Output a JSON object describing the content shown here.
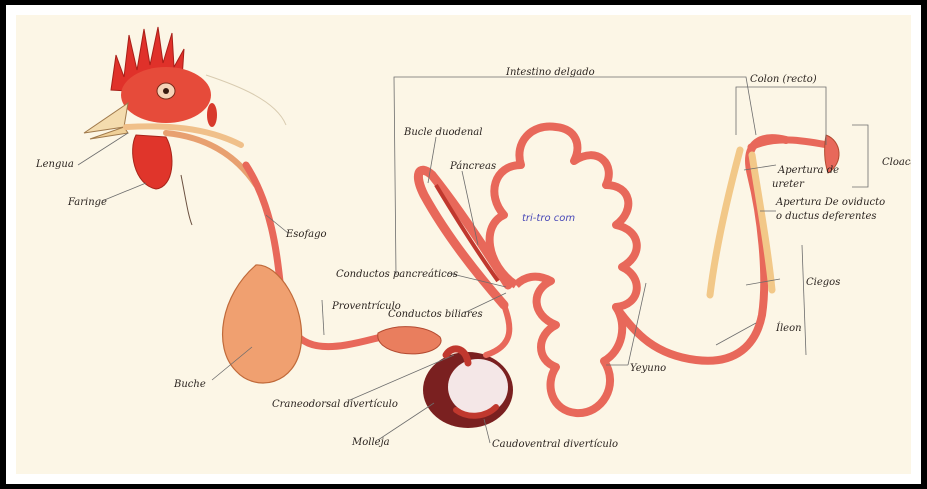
{
  "colors": {
    "background": "#fcf6e6",
    "frame": "#000000",
    "tract": "#e8685a",
    "tract_dark": "#c0382e",
    "comb": "#e0312a",
    "crop": "#f0a070",
    "ceca": "#f2c888",
    "leader": "#6d6d6d",
    "watermark": "#4a4ab8"
  },
  "labels": {
    "lengua": "Lengua",
    "faringe": "Faringe",
    "esofago": "Esofago",
    "buche": "Buche",
    "proventriculo": "Proventrículo",
    "craneodorsal": "Craneodorsal divertículo",
    "molleja": "Molleja",
    "caudoventral": "Caudoventral divertículo",
    "conductos_pancreaticos": "Conductos pancreáticos",
    "conductos_biliares": "Conductos biliares",
    "pancreas": "Páncreas",
    "bucle_duodenal": "Bucle duodenal",
    "intestino_delgado": "Intestino delgado",
    "yeyuno": "Yeyuno",
    "ileon": "Íleon",
    "ciegos": "Ciegos",
    "colon": "Colon (recto)",
    "cloaca": "Cloaca",
    "apertura_ureter": "Apertura de ureter",
    "apertura_oviducto": "Apertura De oviducto o ductus deferentes"
  },
  "label_lines": {
    "apertura_ureter": [
      "Apertura de",
      "ureter"
    ],
    "apertura_oviducto": [
      "Apertura De oviducto",
      "o ductus deferentes"
    ]
  },
  "watermark": "tri-tro com",
  "icons": [
    "rooster-head-illustration",
    "digestive-tract-illustration"
  ]
}
